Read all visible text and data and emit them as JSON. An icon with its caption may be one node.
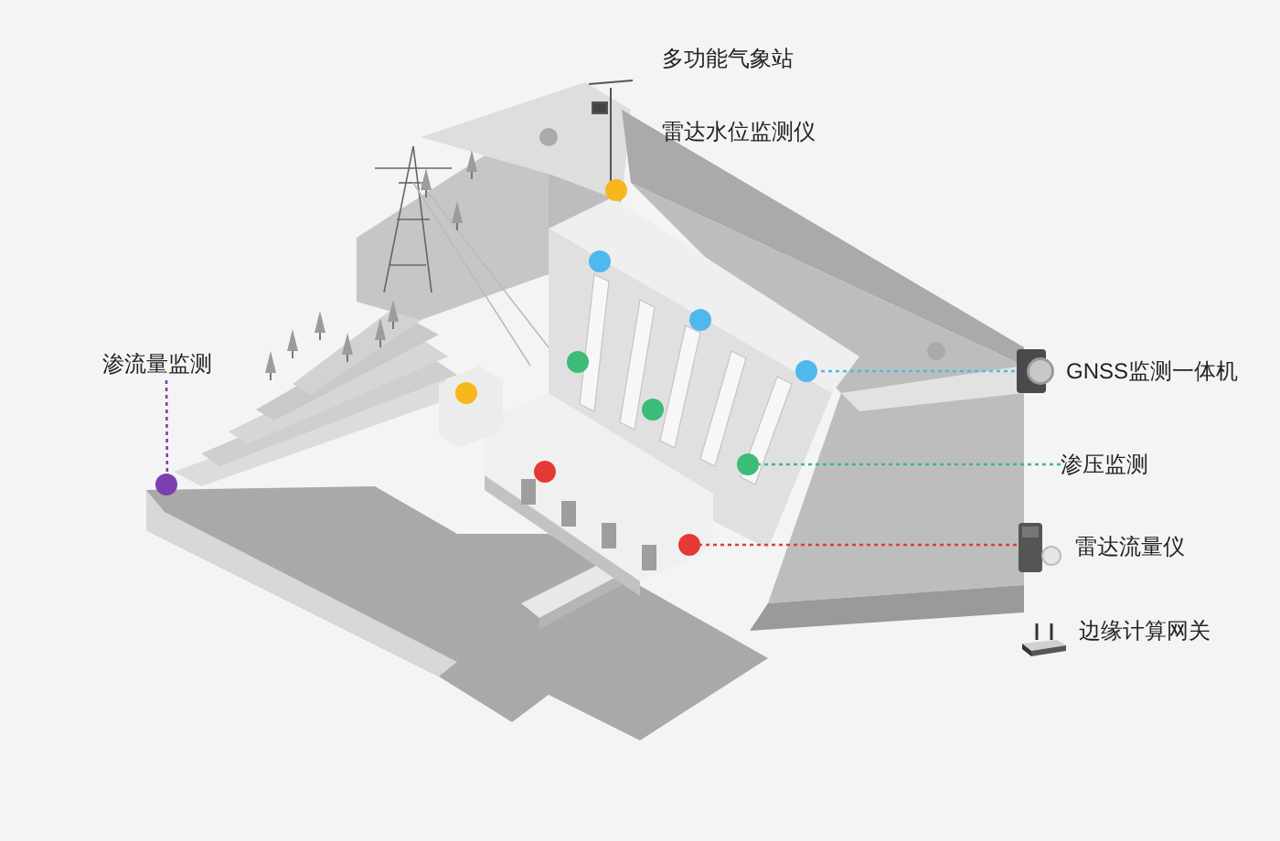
{
  "diagram": {
    "nodes": [
      {
        "text": [],
        "shape": "circle"
      },
      {
        "text": [],
        "shape": "circle"
      },
      {
        "text": [],
        "shape": "circle"
      },
      {
        "text": [
          "GNSS监测一体机"
        ]
      },
      {
        "text": [],
        "shape": "circle"
      },
      {
        "text": [
          "渗流量监测"
        ]
      },
      {
        "text": [],
        "shape": "circle"
      },
      {
        "text": [],
        "shape": "circle"
      },
      {
        "text": [],
        "shape": "circle"
      },
      {
        "text": [
          "渗压监测"
        ]
      },
      {
        "text": [],
        "shape": "circle"
      },
      {
        "text": [],
        "shape": "circle"
      },
      {
        "text": [],
        "shape": "circle"
      },
      {
        "text": [
          "雷达流量仪"
        ]
      },
      {
        "text": [],
        "shape": "circle"
      }
    ],
    "edges": [
      {
        "from": 3,
        "to": 4,
        "arrow": "none",
        "style": "dashed",
        "color": "#4fb8ec"
      },
      {
        "from": 5,
        "to": 12,
        "arrow": "none",
        "style": "dashed",
        "color": "#7e3fae"
      },
      {
        "from": 9,
        "to": 10,
        "arrow": "none",
        "style": "dashed",
        "color": "#3dbb78"
      },
      {
        "from": 13,
        "to": 14,
        "arrow": "none",
        "style": "dashed",
        "color": "#e53935"
      }
    ],
    "labels": [
      "多功能气象站",
      "雷达水位监测仪",
      "边缘计算网关"
    ]
  }
}
